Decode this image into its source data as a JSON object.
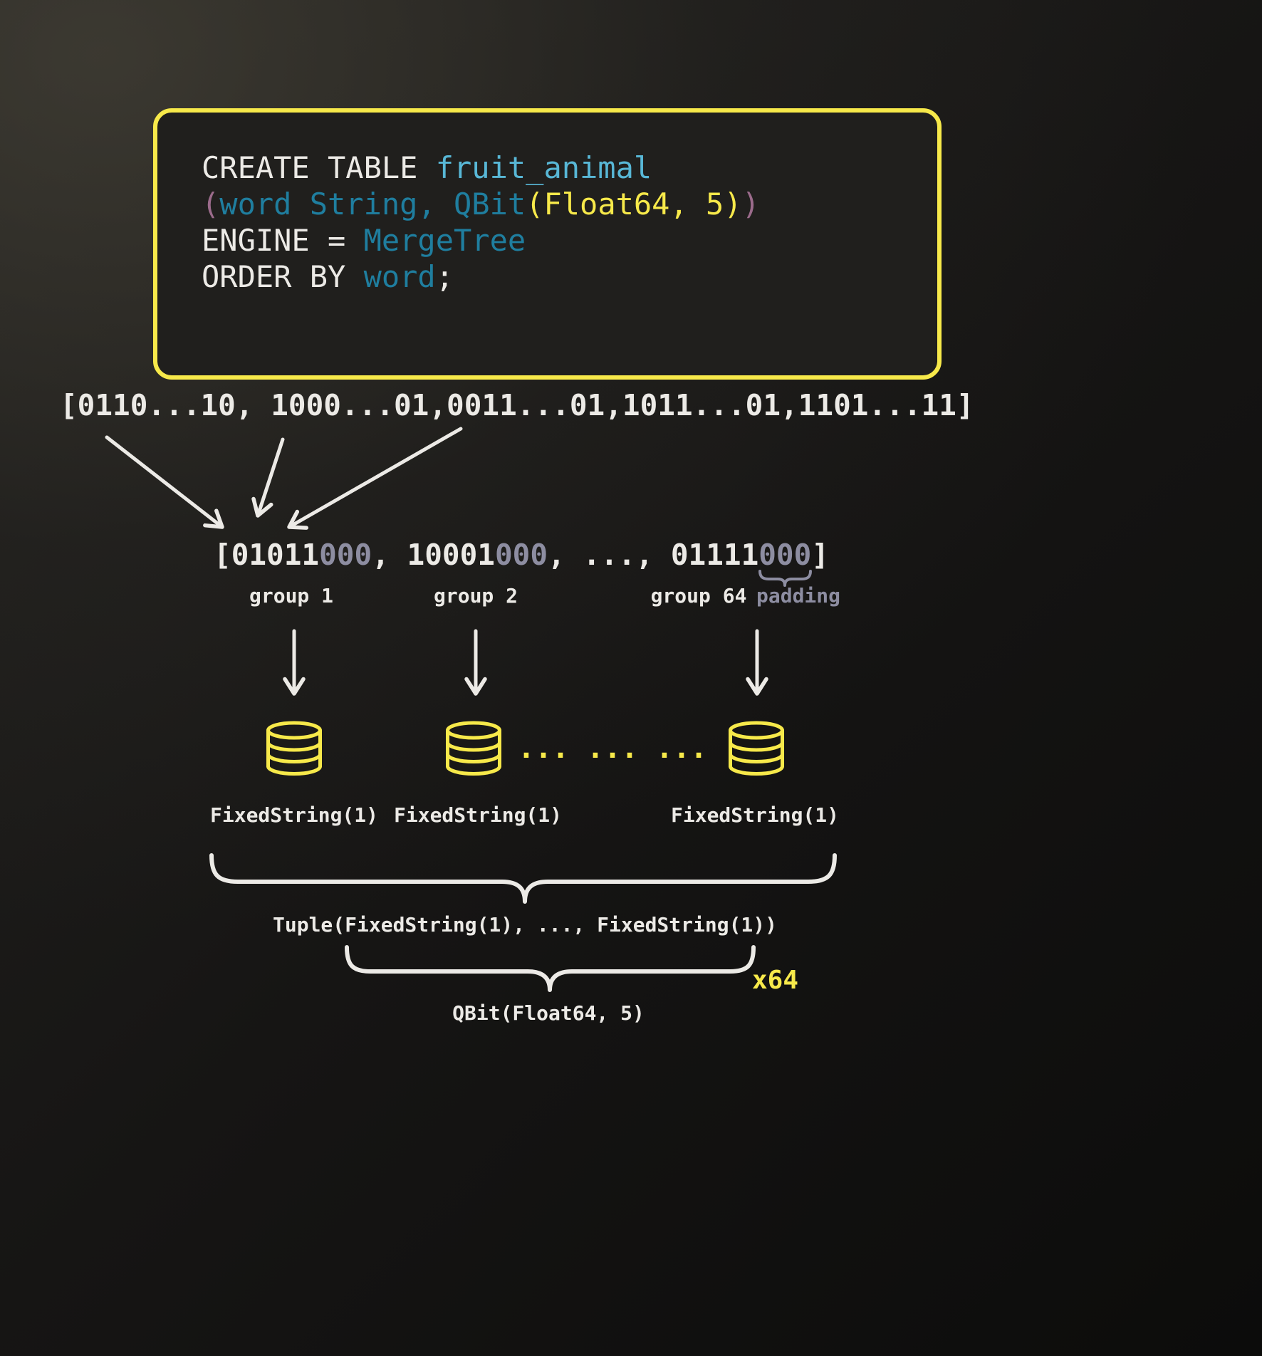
{
  "colors": {
    "accent_yellow": "#f7e94a",
    "text_white": "#eceae6",
    "cyan_light": "#58b7d6",
    "teal": "#1f7e9f",
    "mauve": "#9b6b8b",
    "muted_gray": "#8d8da1"
  },
  "code_box": {
    "line1": {
      "keyword": "CREATE TABLE ",
      "table_name": "fruit_animal"
    },
    "line2": {
      "paren_open": "(",
      "columns": "word String, QBit",
      "qbit_args": "(Float64, 5)",
      "paren_close": ")"
    },
    "line3": {
      "keyword": "ENGINE = ",
      "engine": "MergeTree"
    },
    "line4": {
      "keyword": "ORDER BY ",
      "column": "word",
      "semicolon": ";"
    }
  },
  "bit_array": "[0110...10, 1000...01,0011...01,1011...01,1101...11]",
  "grouped_array": {
    "open": "[",
    "group1_bits": "01011",
    "group1_padding": "000",
    "sep1": ", ",
    "group2_bits": "10001",
    "group2_padding": "000",
    "sep2": ", ",
    "ellipsis": "..., ",
    "group64_bits": "01111",
    "group64_padding": "000",
    "close": "]"
  },
  "group_labels": {
    "group1": "group 1",
    "group2": "group 2",
    "group64": "group 64",
    "padding": "padding"
  },
  "columns": [
    {
      "label": "FixedString(1)"
    },
    {
      "label": "FixedString(1)"
    },
    {
      "label": "FixedString(1)"
    }
  ],
  "dots_between": [
    "...",
    "...",
    "..."
  ],
  "tuple_label": "Tuple(FixedString(1), ..., FixedString(1))",
  "qbit_label": "QBit(Float64, 5)",
  "x64_label": "x64"
}
